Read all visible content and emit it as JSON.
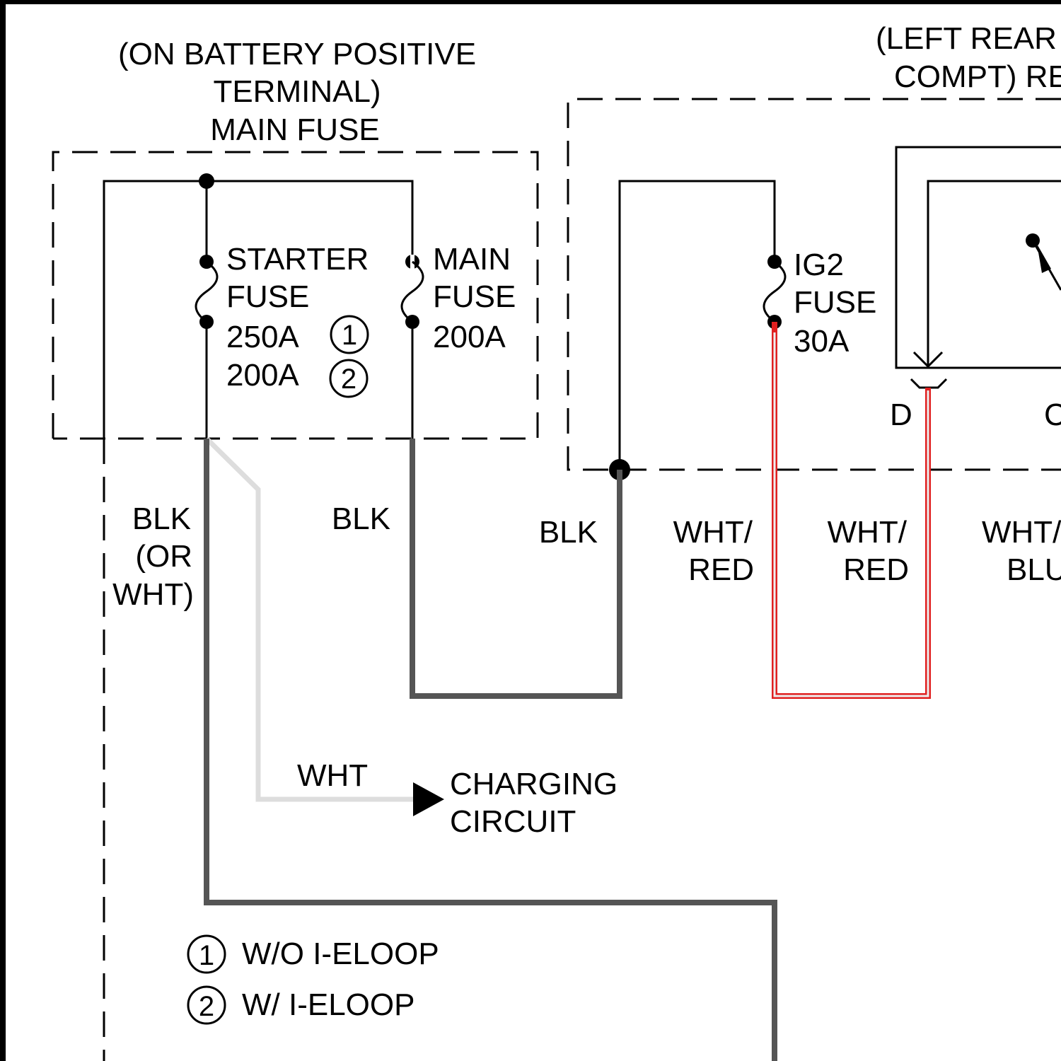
{
  "main_fuse_box": {
    "location_line1": "(ON BATTERY POSITIVE",
    "location_line2": "TERMINAL)",
    "title": "MAIN FUSE",
    "starter_fuse": {
      "line1": "STARTER",
      "line2": "FUSE",
      "rating_1": "250A",
      "rating_2": "200A",
      "marker_1": "1",
      "marker_2": "2"
    },
    "main_fuse": {
      "line1": "MAIN",
      "line2": "FUSE",
      "rating": "200A"
    }
  },
  "relay_box": {
    "location_line1": "(LEFT REAR",
    "location_line2": "COMPT) RE",
    "ig2_fuse": {
      "line1": "IG2",
      "line2": "FUSE",
      "rating": "30A"
    },
    "terminal_d": "D",
    "terminal_c": "C"
  },
  "wires": {
    "blk_or_wht_line1": "BLK",
    "blk_or_wht_line2": "(OR",
    "blk_or_wht_line3": "WHT)",
    "blk_main": "BLK",
    "blk_relay": "BLK",
    "wht_red_1_line1": "WHT/",
    "wht_red_1_line2": "RED",
    "wht_red_2_line1": "WHT/",
    "wht_red_2_line2": "RED",
    "wht_blu_line1": "WHT/",
    "wht_blu_line2": "BLU",
    "wht": "WHT"
  },
  "charging_circuit": {
    "line1": "CHARGING",
    "line2": "CIRCUIT"
  },
  "legend": {
    "item1_marker": "1",
    "item1_text": "W/O I-ELOOP",
    "item2_marker": "2",
    "item2_text": "W/ I-ELOOP"
  },
  "colors": {
    "blk_wire": "#555555",
    "wht_wire": "#dddddd",
    "red_wire": "#e02020"
  }
}
